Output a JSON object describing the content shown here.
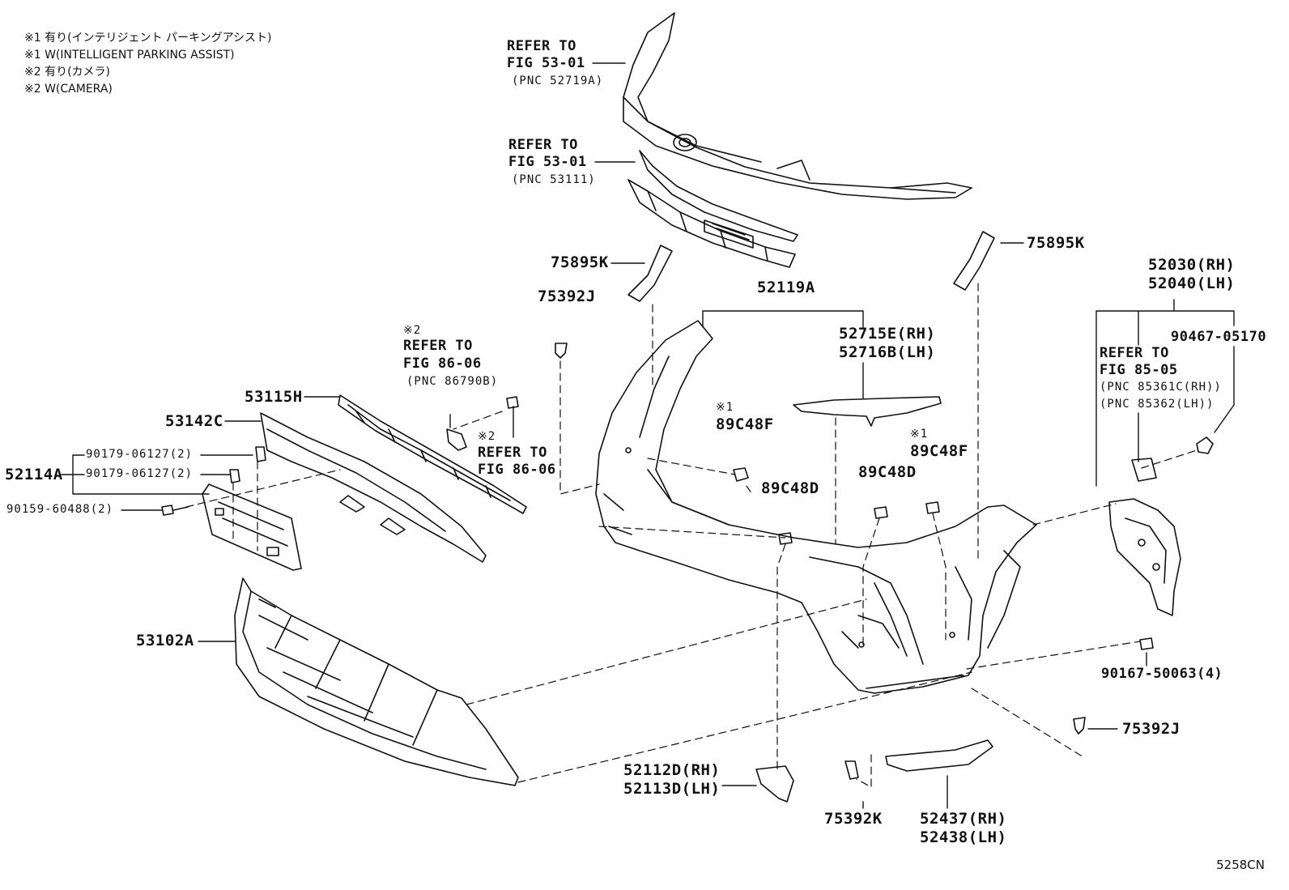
{
  "legend_notes": [
    "※1 有り(インテリジェント パーキングアシスト)",
    "※1 W(INTELLIGENT PARKING ASSIST)",
    "※2 有り(カメラ)",
    "※2 W(CAMERA)"
  ],
  "refs": {
    "hood_grille": {
      "l1": "REFER TO",
      "l2": "FIG 53-01",
      "l3": "(PNC 52719A)"
    },
    "upper_grille": {
      "l1": "REFER TO",
      "l2": "FIG 53-01",
      "l3": "(PNC 53111)"
    },
    "camera_a": {
      "mark": "※2",
      "l1": "REFER TO",
      "l2": "FIG 86-06",
      "l3": "(PNC 86790B)"
    },
    "camera_b": {
      "mark": "※2",
      "l1": "REFER TO",
      "l2": "FIG 86-06"
    },
    "sensor": {
      "l1": "REFER TO",
      "l2": "FIG 85-05",
      "l3": "(PNC 85361C(RH))",
      "l4": "(PNC 85362(LH))"
    }
  },
  "parts": {
    "p75895k_l": "75895K",
    "p75895k_r": "75895K",
    "p52119a": "52119A",
    "p75392j_top": "75392J",
    "p52715e": "52715E(RH)",
    "p52716b": "52716B(LH)",
    "p52030": "52030(RH)",
    "p52040": "52040(LH)",
    "p90467": "90467-05170",
    "p53115h": "53115H",
    "p53142c": "53142C",
    "p90179_a": "90179-06127(2)",
    "p90179_b": "90179-06127(2)",
    "p52114a": "52114A",
    "p90159": "90159-60488(2)",
    "p89c48f_l_mark": "※1",
    "p89c48f_l": "89C48F",
    "p89c48f_r_mark": "※1",
    "p89c48f_r": "89C48F",
    "p89c48d_l": "89C48D",
    "p89c48d_r": "89C48D",
    "p53102a": "53102A",
    "p90167": "90167-50063(4)",
    "p75392j_bot": "75392J",
    "p52112d": "52112D(RH)",
    "p52113d": "52113D(LH)",
    "p75392k": "75392K",
    "p52437": "52437(RH)",
    "p52438": "52438(LH)"
  },
  "diagram_code": "5258CN"
}
